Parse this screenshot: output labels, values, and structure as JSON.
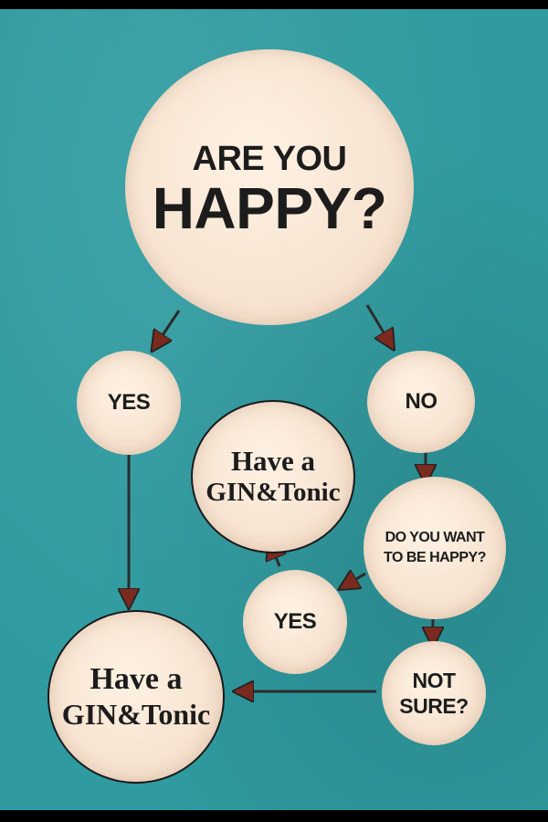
{
  "nodes": {
    "question": {
      "line1": "ARE YOU",
      "line2": "HAPPY?"
    },
    "yes_top": "YES",
    "no_top": "NO",
    "gin_middle": {
      "line1": "Have a",
      "line2": "GIN&Tonic"
    },
    "want_happy": {
      "line1": "DO YOU WANT",
      "line2": "TO BE HAPPY?"
    },
    "yes_bottom": "YES",
    "not_sure": {
      "line1": "NOT",
      "line2": "SURE?"
    },
    "gin_bottom": {
      "line1": "Have a",
      "line2": "GIN&Tonic"
    }
  },
  "colors": {
    "background": "#2f9ba0",
    "circle": "#f6e2cf",
    "text": "#1c1c1c",
    "arrow_head": "#7a2a1e"
  }
}
